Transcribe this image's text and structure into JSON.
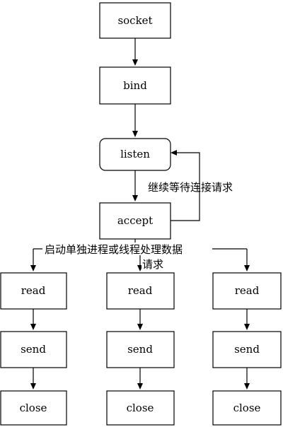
{
  "nodes": {
    "socket": "socket",
    "bind": "bind",
    "listen": "listen",
    "accept": "accept",
    "read": "read",
    "send": "send",
    "close": "close"
  },
  "notes": {
    "wait_loop": "继续等待连接请求",
    "spawn_line1": "启动单独进程或线程处理数据",
    "spawn_line2": "请求"
  }
}
